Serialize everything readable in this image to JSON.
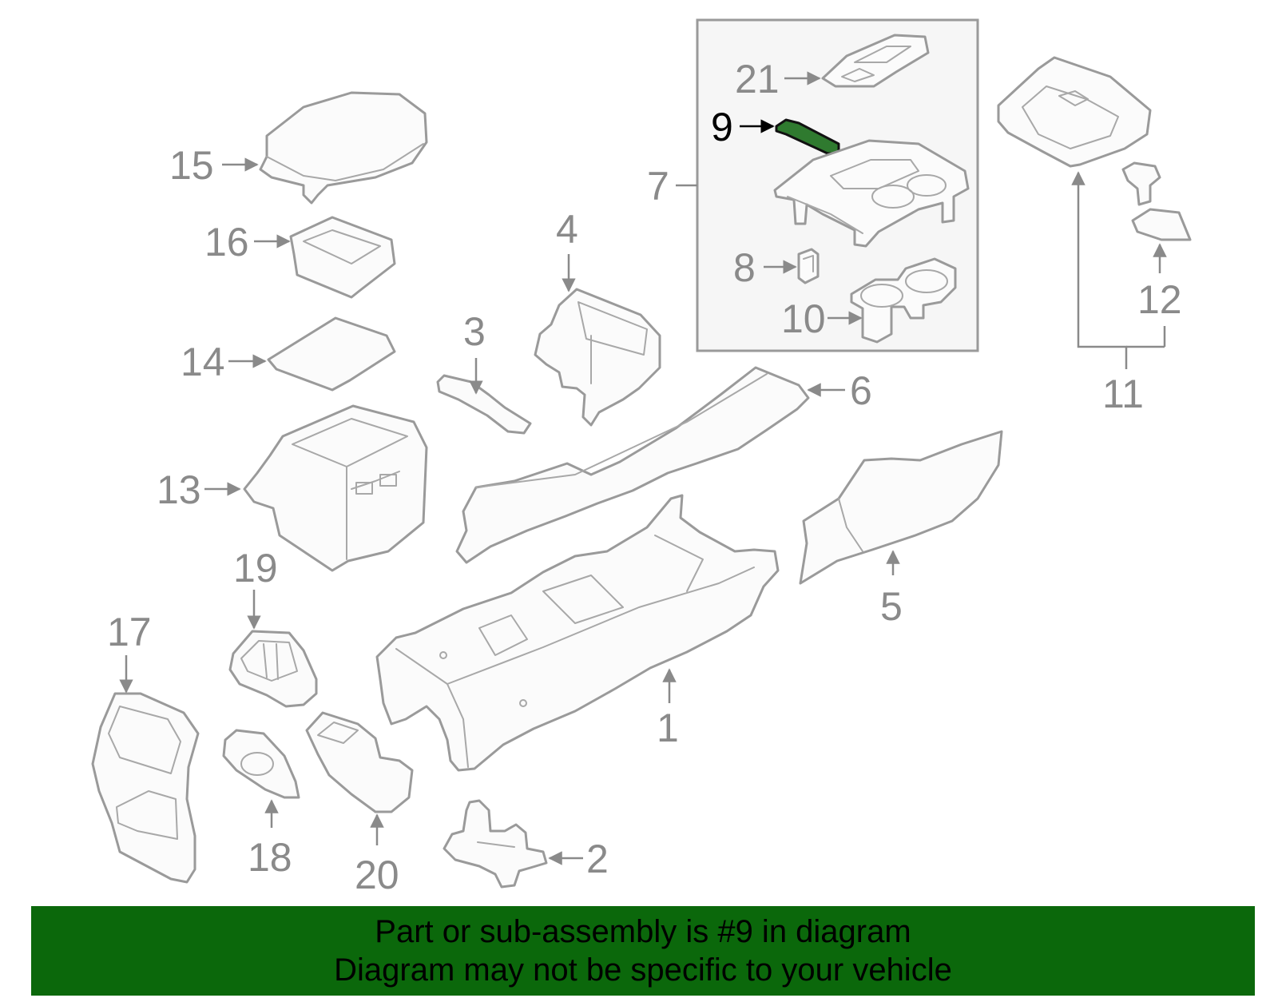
{
  "diagram": {
    "highlighted_part": "9",
    "colors": {
      "banner": "#0b680b",
      "highlight": "#2f7a2f",
      "line": "#9a9a9a"
    },
    "callouts": [
      {
        "id": "c1",
        "label": "1"
      },
      {
        "id": "c2",
        "label": "2"
      },
      {
        "id": "c3",
        "label": "3"
      },
      {
        "id": "c4",
        "label": "4"
      },
      {
        "id": "c5",
        "label": "5"
      },
      {
        "id": "c6",
        "label": "6"
      },
      {
        "id": "c7",
        "label": "7"
      },
      {
        "id": "c8",
        "label": "8"
      },
      {
        "id": "c9",
        "label": "9"
      },
      {
        "id": "c10",
        "label": "10"
      },
      {
        "id": "c11",
        "label": "11"
      },
      {
        "id": "c12",
        "label": "12"
      },
      {
        "id": "c13",
        "label": "13"
      },
      {
        "id": "c14",
        "label": "14"
      },
      {
        "id": "c15",
        "label": "15"
      },
      {
        "id": "c16",
        "label": "16"
      },
      {
        "id": "c17",
        "label": "17"
      },
      {
        "id": "c18",
        "label": "18"
      },
      {
        "id": "c19",
        "label": "19"
      },
      {
        "id": "c20",
        "label": "20"
      },
      {
        "id": "c21",
        "label": "21"
      }
    ]
  },
  "banner": {
    "line1": "Part or sub-assembly is #9 in diagram",
    "line2": "Diagram may not be specific to your vehicle"
  }
}
